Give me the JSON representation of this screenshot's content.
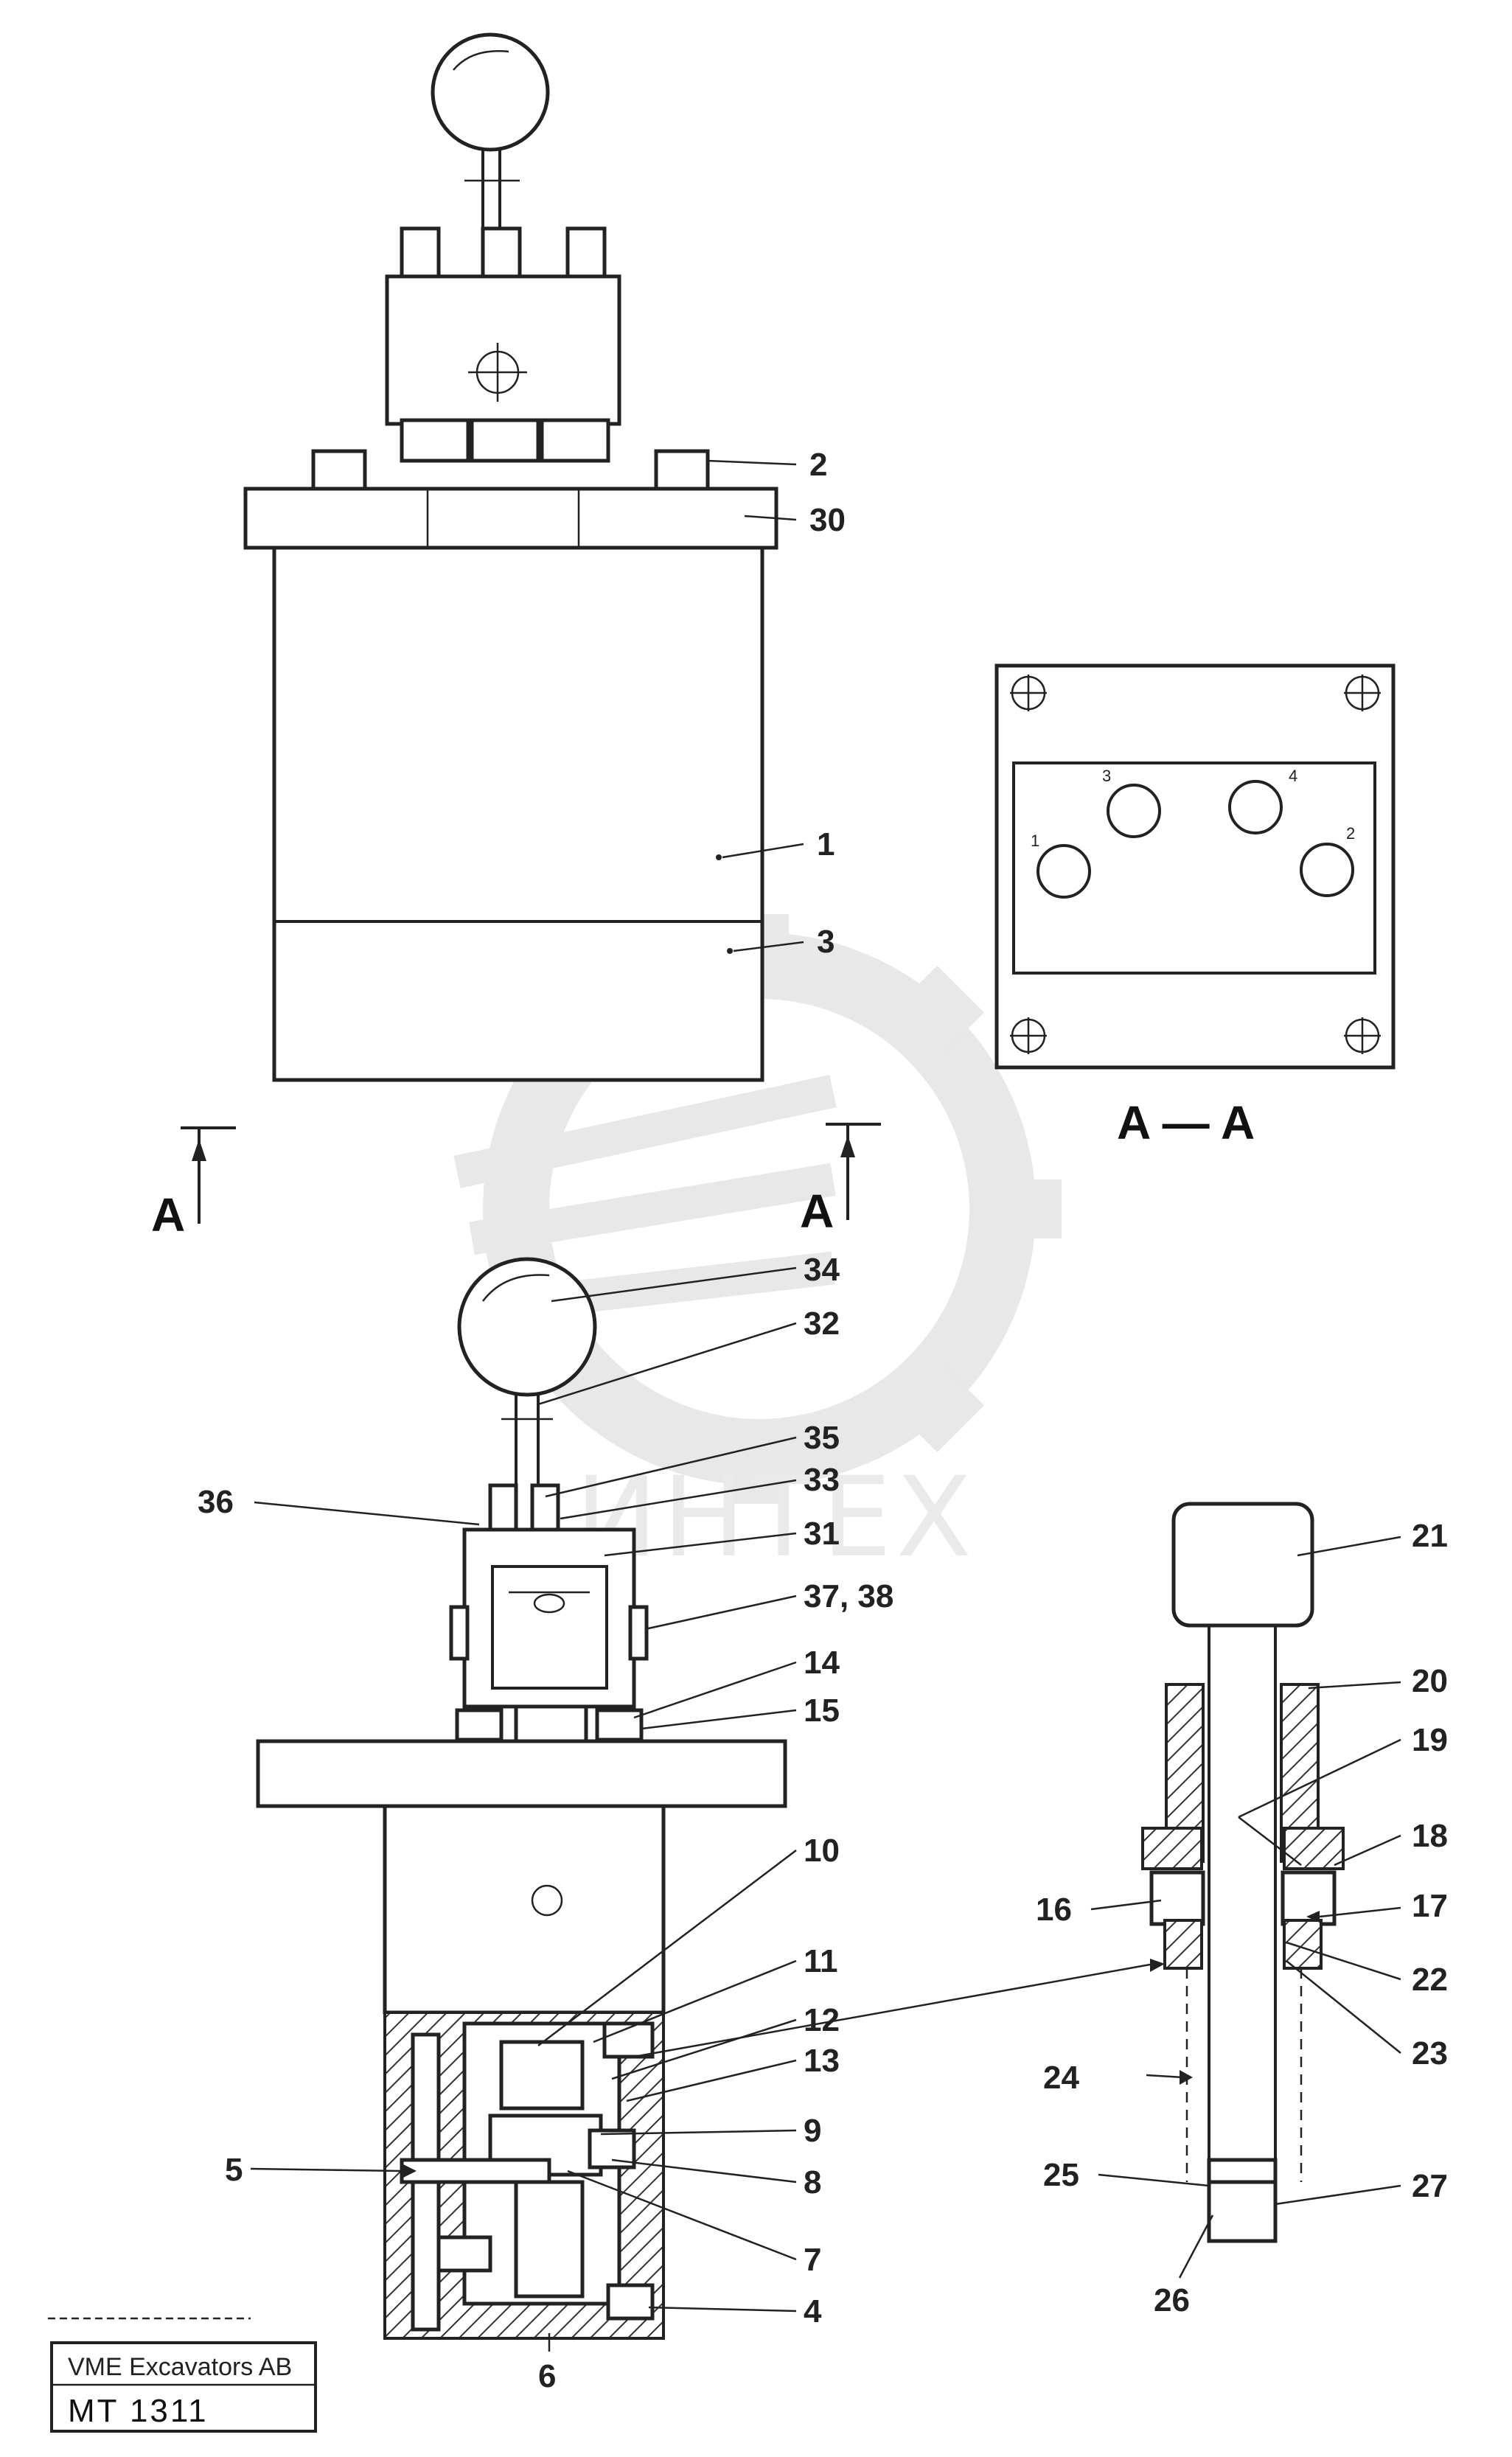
{
  "callouts": {
    "c1": "1",
    "c2": "2",
    "c3": "3",
    "c4": "4",
    "c5": "5",
    "c6": "6",
    "c7": "7",
    "c8": "8",
    "c9": "9",
    "c10": "10",
    "c11": "11",
    "c12": "12",
    "c13": "13",
    "c14": "14",
    "c15": "15",
    "c16": "16",
    "c17": "17",
    "c18": "18",
    "c19": "19",
    "c20": "20",
    "c21": "21",
    "c22": "22",
    "c23": "23",
    "c24": "24",
    "c25": "25",
    "c26": "26",
    "c27": "27",
    "c30": "30",
    "c31": "31",
    "c32": "32",
    "c33": "33",
    "c34": "34",
    "c35": "35",
    "c36": "36",
    "c3738": "37, 38"
  },
  "section_view": {
    "title": "A — A",
    "marker_left": "A",
    "marker_right": "A",
    "ports": [
      "1",
      "3",
      "4",
      "2"
    ]
  },
  "watermark": "ИНТЕХ",
  "title_block": {
    "company": "VME Excavators AB",
    "drawing_number": "MT 1311"
  },
  "colors": {
    "ink": "#222222",
    "watermark": "#d9d9d9",
    "paper": "#ffffff"
  }
}
